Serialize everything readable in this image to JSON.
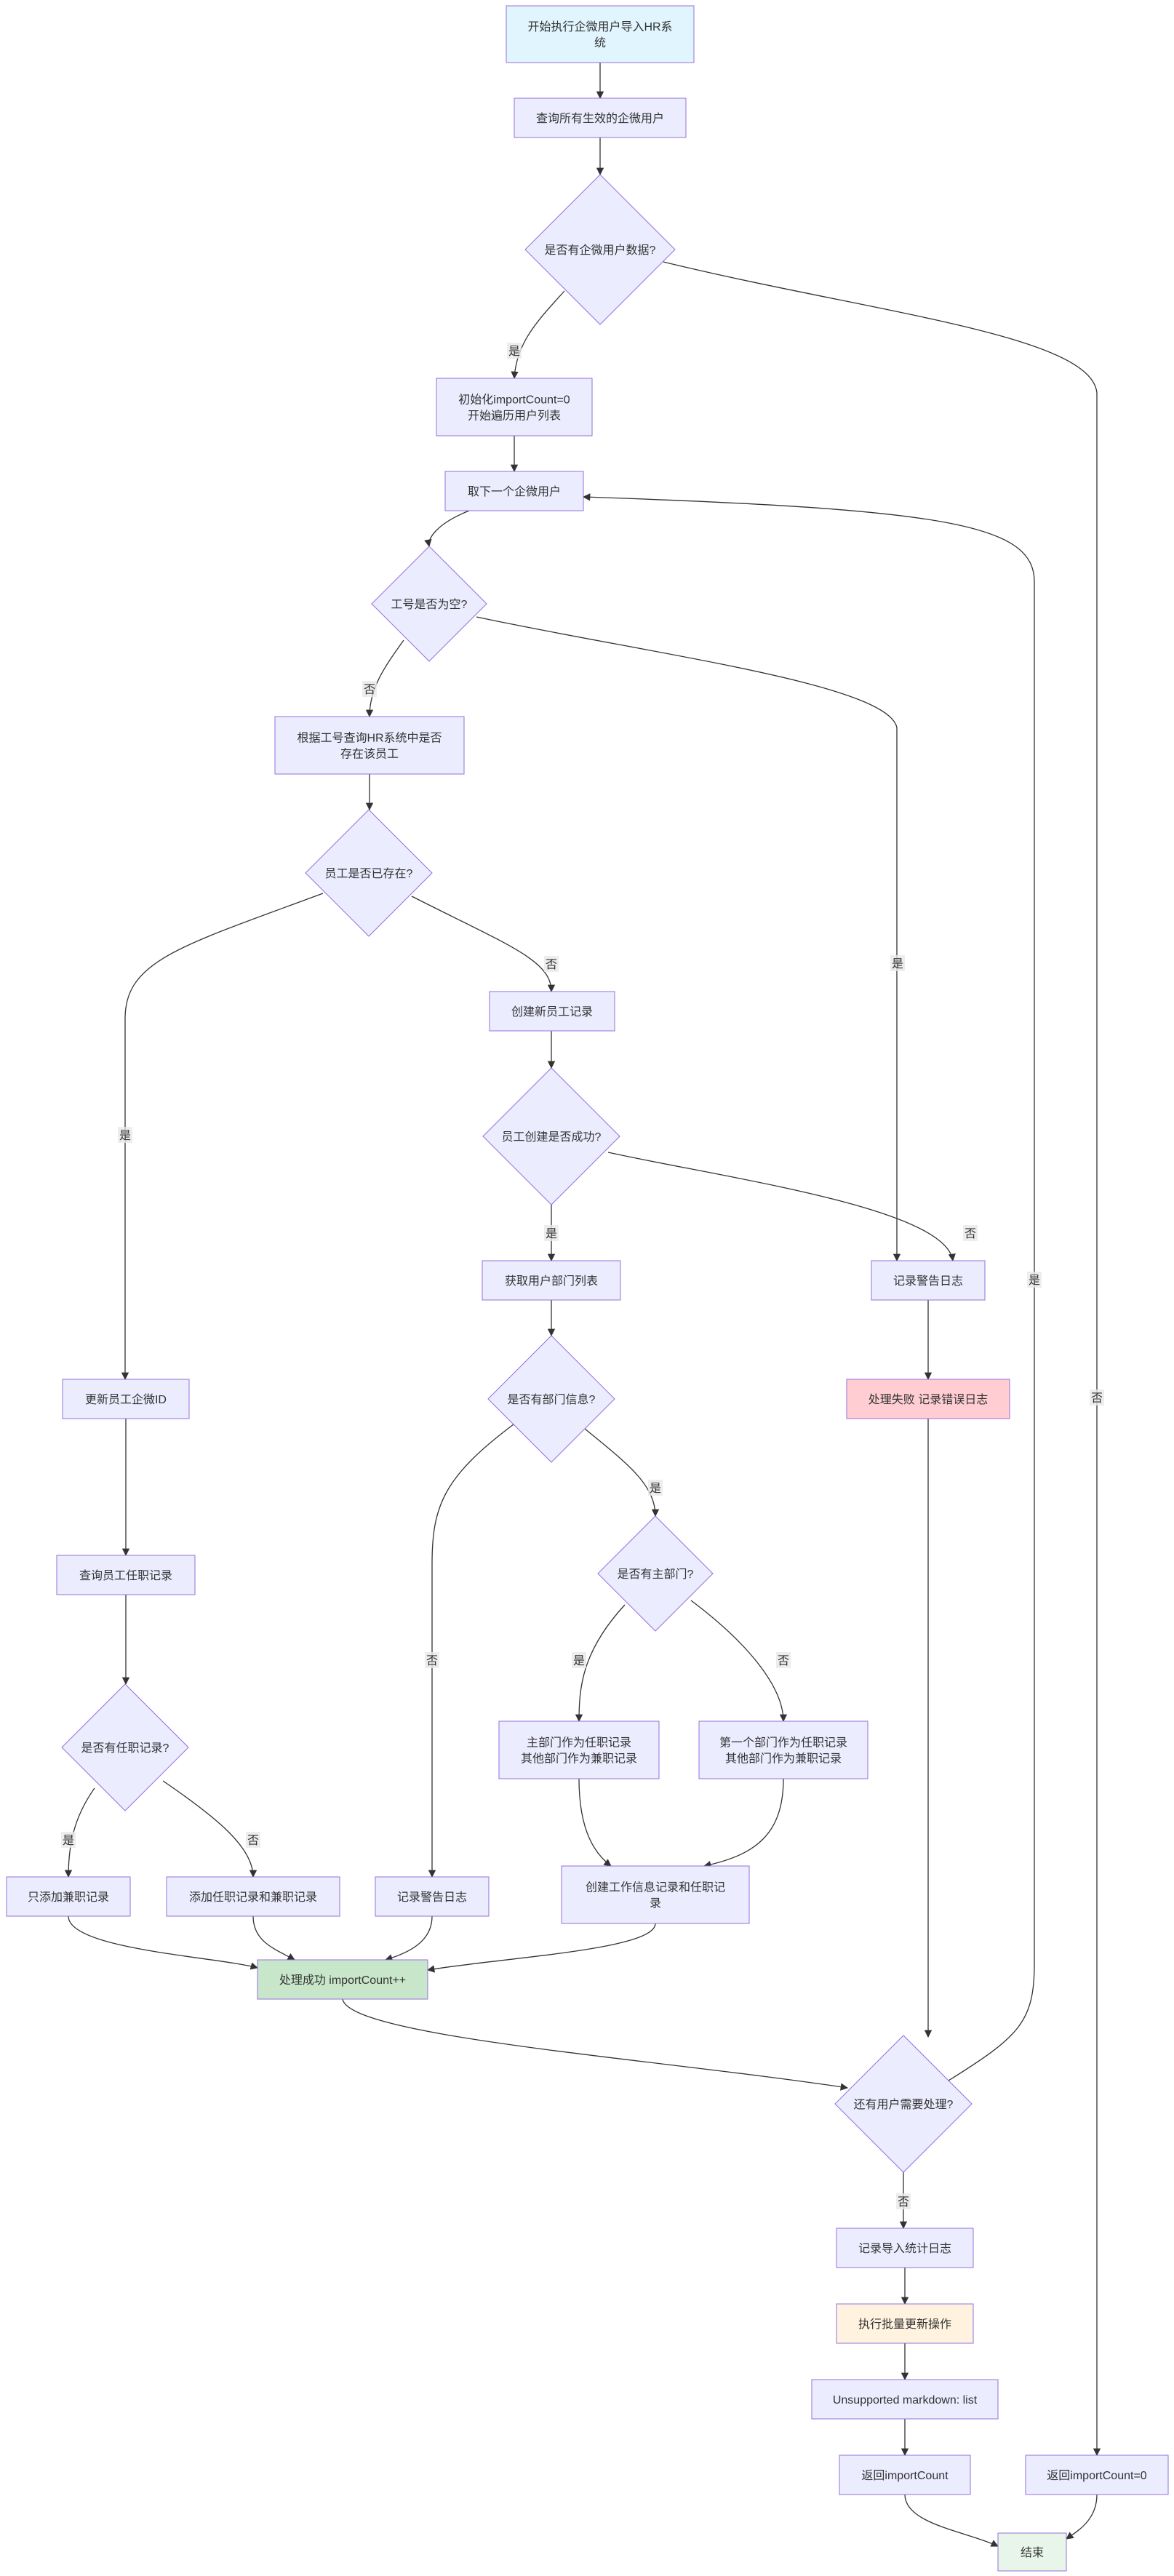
{
  "colors": {
    "default_fill": "#ECECFF",
    "default_stroke": "#9370DB",
    "start_fill": "#E1F5FE",
    "success_fill": "#C8E6C9",
    "failure_fill": "#FFCDD2",
    "batch_fill": "#FFF3E0",
    "end_fill": "#E8F5E9",
    "edge": "#333333",
    "label_bg": "#E8E8E8"
  },
  "nodes": {
    "start": [
      "开始执行企微用户导入HR系",
      "统"
    ],
    "query_users": [
      "查询所有生效的企微用户"
    ],
    "has_users": [
      "是否有企微用户数据?"
    ],
    "init_count": [
      "初始化importCount=0",
      "开始遍历用户列表"
    ],
    "next_user": [
      "取下一个企微用户"
    ],
    "empno_empty": [
      "工号是否为空?"
    ],
    "query_emp": [
      "根据工号查询HR系统中是否",
      "存在该员工"
    ],
    "emp_exists": [
      "员工是否已存在?"
    ],
    "create_emp": [
      "创建新员工记录"
    ],
    "create_ok": [
      "员工创建是否成功?"
    ],
    "get_depts": [
      "获取用户部门列表"
    ],
    "warn_log_right": [
      "记录警告日志"
    ],
    "fail_log": [
      "处理失败 记录错误日志"
    ],
    "update_wx_id": [
      "更新员工企微ID"
    ],
    "has_dept": [
      "是否有部门信息?"
    ],
    "has_main_dept": [
      "是否有主部门?"
    ],
    "query_jobs": [
      "查询员工任职记录"
    ],
    "main_dept_job": [
      "主部门作为任职记录",
      "其他部门作为兼职记录"
    ],
    "first_dept_job": [
      "第一个部门作为任职记录",
      "其他部门作为兼职记录"
    ],
    "has_job": [
      "是否有任职记录?"
    ],
    "only_part": [
      "只添加兼职记录"
    ],
    "add_both": [
      "添加任职记录和兼职记录"
    ],
    "warn_log_mid": [
      "记录警告日志"
    ],
    "create_work": [
      "创建工作信息记录和任职记",
      "录"
    ],
    "success": [
      "处理成功 importCount++"
    ],
    "more_users": [
      "还有用户需要处理?"
    ],
    "stat_log": [
      "记录导入统计日志"
    ],
    "batch_update": [
      "执行批量更新操作"
    ],
    "unsupported": [
      "Unsupported markdown: list"
    ],
    "return_count": [
      "返回importCount"
    ],
    "return_zero": [
      "返回importCount=0"
    ],
    "end": [
      "结束"
    ]
  },
  "edge_labels": {
    "yes": "是",
    "no": "否"
  }
}
